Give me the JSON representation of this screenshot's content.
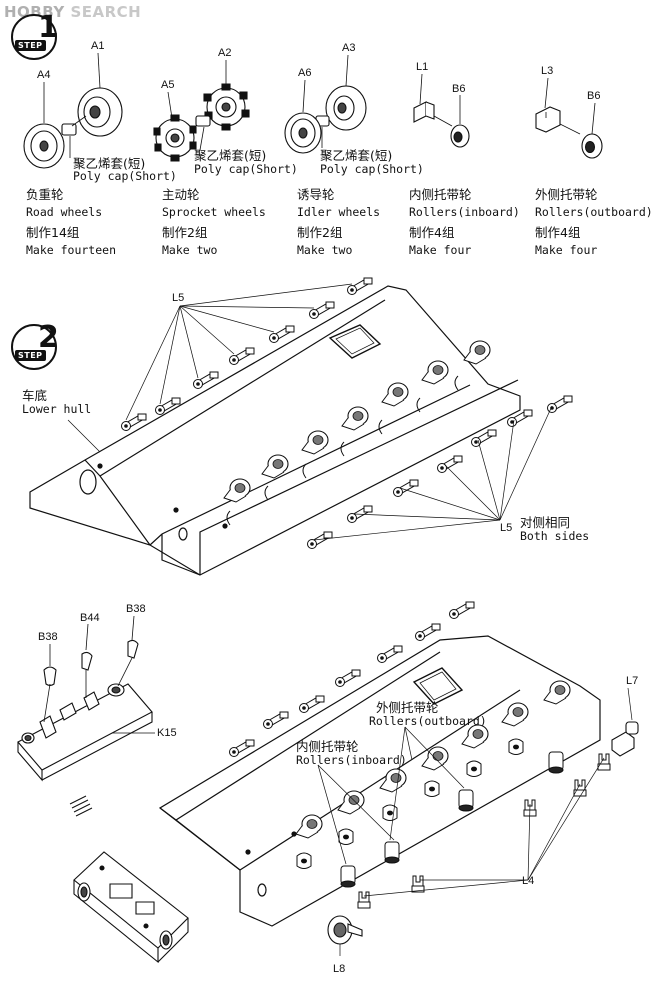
{
  "watermark": {
    "logo": "HOBBY",
    "text": "SEARCH"
  },
  "step1": {
    "number": "1",
    "tag": "STEP",
    "parts": {
      "a1": "A1",
      "a2": "A2",
      "a3": "A3",
      "a4": "A4",
      "a5": "A5",
      "a6": "A6",
      "l1": "L1",
      "l3": "L3",
      "b6a": "B6",
      "b6b": "B6"
    },
    "polycap": {
      "cn": "聚乙烯套(短)",
      "en": "Poly cap(Short)"
    },
    "groups": [
      {
        "cn_name": "负重轮",
        "en_name": "Road  wheels",
        "cn_count": "制作14组",
        "en_count": "Make fourteen"
      },
      {
        "cn_name": "主动轮",
        "en_name": "Sprocket wheels",
        "cn_count": "制作2组",
        "en_count": "Make two"
      },
      {
        "cn_name": "诱导轮",
        "en_name": "Idler wheels",
        "cn_count": "制作2组",
        "en_count": "Make two"
      },
      {
        "cn_name": "内侧托带轮",
        "en_name": "Rollers(inboard)",
        "cn_count": "制作4组",
        "en_count": "Make four"
      },
      {
        "cn_name": "外侧托带轮",
        "en_name": "Rollers(outboard)",
        "cn_count": "制作4组",
        "en_count": "Make four"
      }
    ]
  },
  "step2": {
    "number": "2",
    "tag": "STEP",
    "lower_hull": {
      "cn": "车底",
      "en": "Lower hull"
    },
    "l5_top": "L5",
    "l5_side": "L5",
    "both_sides": {
      "cn": "对侧相同",
      "en": "Both sides"
    },
    "b38a": "B38",
    "b44": "B44",
    "b38b": "B38",
    "k15": "K15",
    "outboard": {
      "cn": "外侧托带轮",
      "en": "Rollers(outboard)"
    },
    "inboard": {
      "cn": "内侧托带轮",
      "en": "Rollers(inboard)"
    },
    "l7": "L7",
    "l4": "L4",
    "l8": "L8"
  }
}
